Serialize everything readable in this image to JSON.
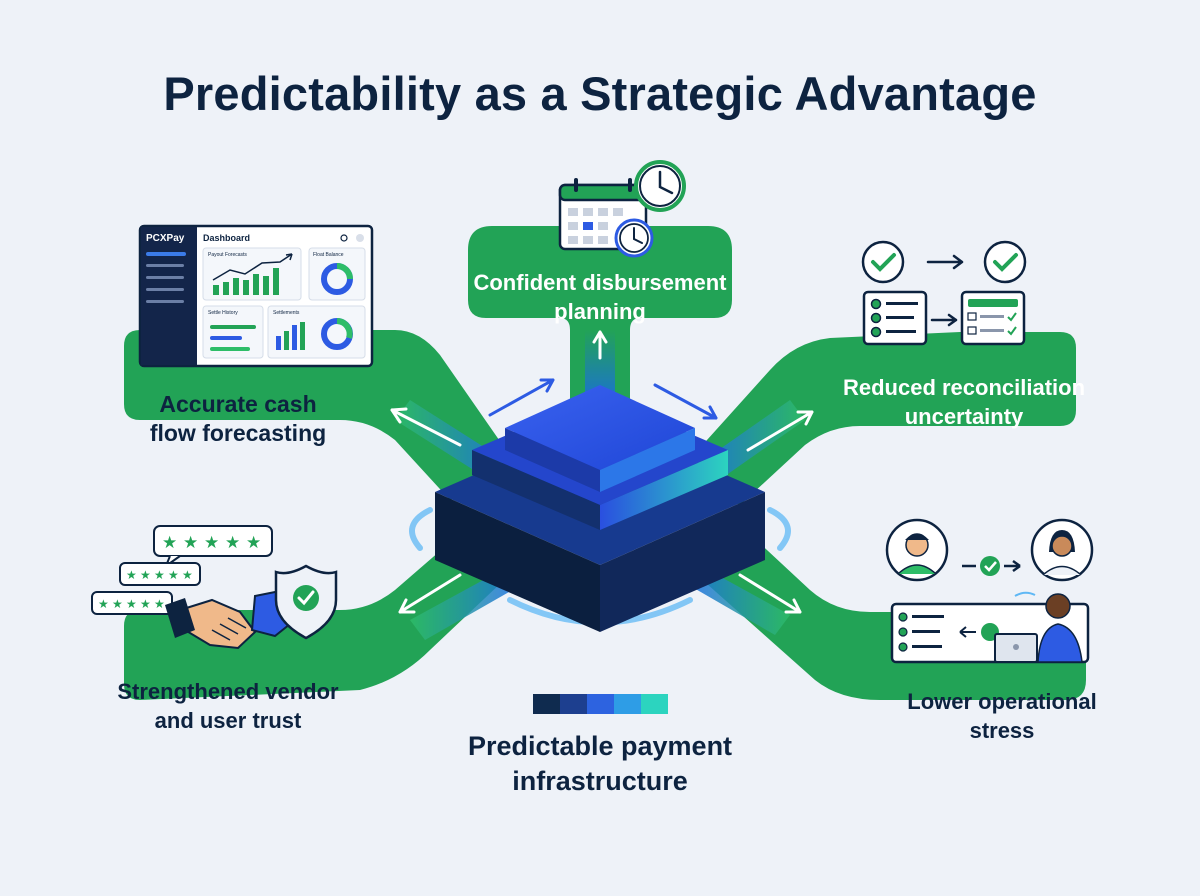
{
  "title": "Predictability as a Strategic Advantage",
  "center": {
    "label_line1": "Predictable payment",
    "label_line2": "infrastructure",
    "swatches": [
      "#0f2b4f",
      "#1d3f8f",
      "#2d63e0",
      "#2e9de6",
      "#2cd4bf"
    ]
  },
  "nodes": {
    "forecasting": {
      "line1": "Accurate cash",
      "line2": "flow forecasting"
    },
    "disbursement": {
      "line1": "Confident disbursement",
      "line2": "planning"
    },
    "reconciliation": {
      "line1": "Reduced reconciliation",
      "line2": "uncertainty"
    },
    "trust": {
      "line1": "Strengthened vendor",
      "line2": "and user trust"
    },
    "stress": {
      "line1": "Lower operational",
      "line2": "stress"
    }
  },
  "dashboard": {
    "logo": "PCXPay",
    "header": "Dashboard",
    "cards": [
      "Payout Forecasts",
      "Float Balance",
      "Settle History",
      "Settlements"
    ]
  },
  "colors": {
    "green": "#22a356",
    "green_light": "#2ebd68",
    "navy": "#0d2340",
    "blue": "#2d5be3",
    "background": "#eef2f8"
  }
}
